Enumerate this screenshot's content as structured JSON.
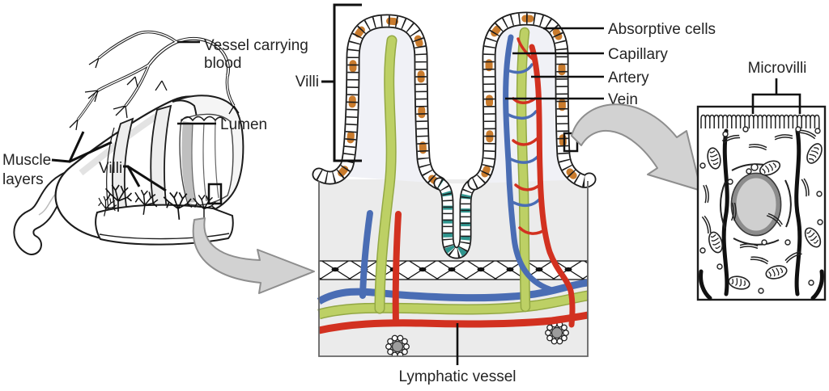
{
  "colors": {
    "artery": "#d23120",
    "vein": "#4a6db4",
    "lymph": "#bdd065",
    "lymph_dark": "#93a844",
    "goblet": "#c97b2d",
    "crypt_cell": "#2f958e",
    "zoom_arrow": "#d2d2d2",
    "zoom_arrow_edge": "#8e8e8e",
    "tissue_bg": "#ebebeb",
    "villus_bg": "#f0f1f6",
    "outline": "#1c1c1c"
  },
  "intestine_panel": {
    "vessel_line1": "Vessel carrying",
    "vessel_line2": "blood",
    "lumen": "Lumen",
    "muscle_line1": "Muscle",
    "muscle_line2": "layers",
    "villi": "Villi"
  },
  "villi_section": {
    "villi": "Villi",
    "absorptive_cells": "Absorptive cells",
    "capillary": "Capillary",
    "artery": "Artery",
    "vein": "Vein",
    "lymphatic_vessel": "Lymphatic vessel"
  },
  "cell_panel": {
    "microvilli": "Microvilli"
  }
}
